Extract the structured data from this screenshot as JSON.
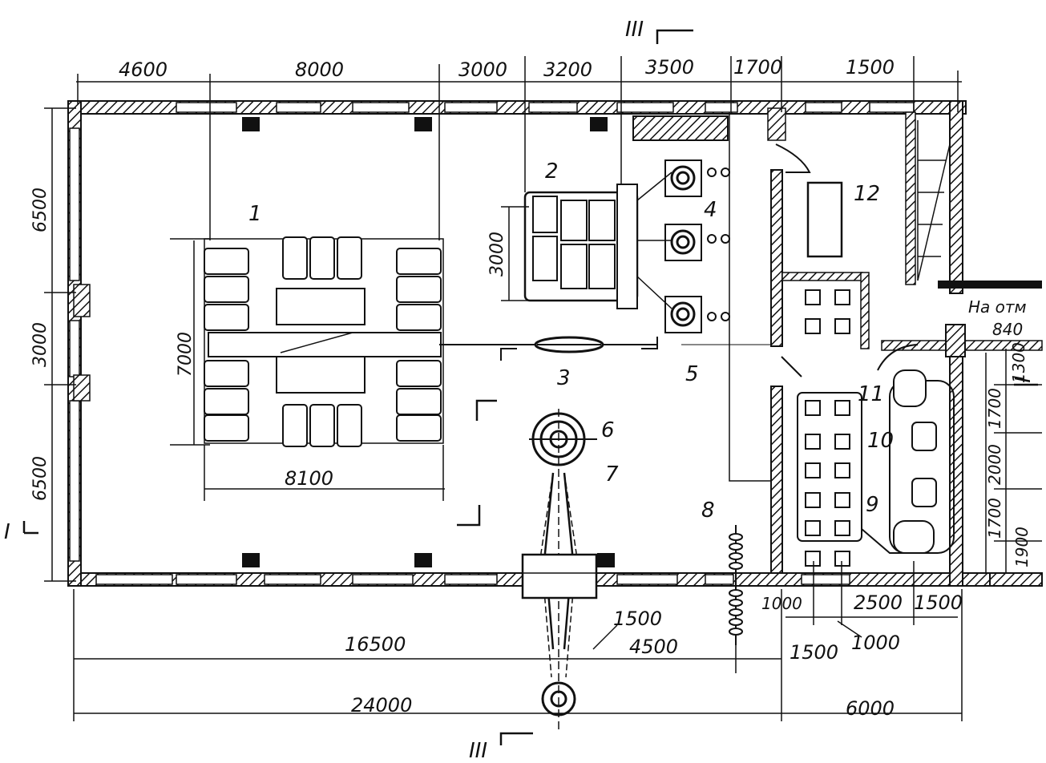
{
  "section_marks": {
    "top": "III",
    "bottom": "III",
    "left": "I",
    "right": "I"
  },
  "note": "На отм",
  "dims_top": [
    "4600",
    "8000",
    "3000",
    "3200",
    "3500",
    "1700",
    "1500"
  ],
  "dims_left": [
    "6500",
    "3000",
    "6500"
  ],
  "dims_right": [
    "1300",
    "1700",
    "2000",
    "1700",
    "1900"
  ],
  "dims_bottom": [
    "16500",
    "1500",
    "4500",
    "1500",
    "24000",
    "6000",
    "1000",
    "2500",
    "1500",
    "1000"
  ],
  "dims_inner": {
    "transformer_2_depth": "3000",
    "group_1_depth": "7000",
    "group_1_width": "8100",
    "level_840": "840"
  },
  "labels": [
    "1",
    "2",
    "3",
    "4",
    "5",
    "6",
    "7",
    "8",
    "9",
    "10",
    "11",
    "12"
  ]
}
